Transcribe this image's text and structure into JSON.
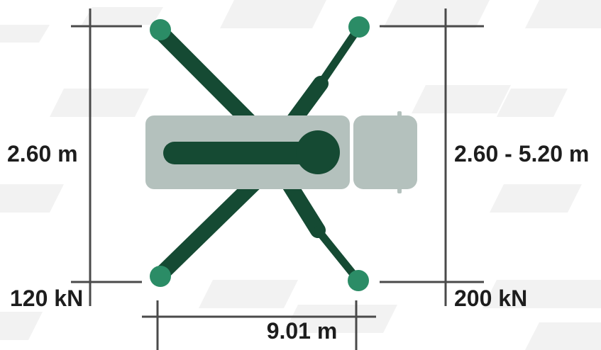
{
  "diagram": {
    "labels": {
      "left_support_width": "2.60 m",
      "right_support_width": "2.60 - 5.20 m",
      "left_outrigger_load": "120 kN",
      "right_outrigger_load": "200 kN",
      "outrigger_base_length": "9.01 m"
    },
    "colors": {
      "boom": "#154a33",
      "outrigger_pad": "#2b8c66",
      "truck_body": "#b4c1bd",
      "dimension_line": "#4a4a4a",
      "text": "#1d1d1d",
      "background_pattern": "#f1f1f1"
    },
    "icons": {
      "vehicle": "mobile-crane-top-view-icon",
      "pads": "outrigger-pad-icon"
    }
  }
}
